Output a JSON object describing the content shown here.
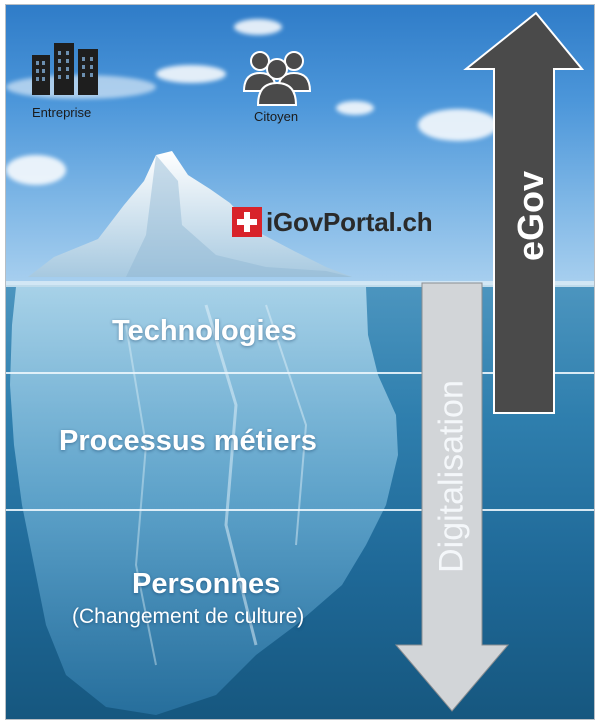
{
  "icons": {
    "entreprise": {
      "label": "Entreprise",
      "icon": "buildings-icon"
    },
    "citoyen": {
      "label": "Citoyen",
      "icon": "people-group-icon"
    }
  },
  "portal": {
    "name": "iGovPortal.ch",
    "logo": "swiss-flag-icon"
  },
  "layers": {
    "technologies": "Technologies",
    "processus": "Processus métiers",
    "personnes": "Personnes",
    "personnes_sub": "(Changement de culture)"
  },
  "arrows": {
    "up": {
      "label": "eGov",
      "color": "#4a4a4a"
    },
    "down": {
      "label": "Digitalisation",
      "color": "#d0d3d6"
    }
  },
  "colors": {
    "flag_red": "#d8232a"
  }
}
